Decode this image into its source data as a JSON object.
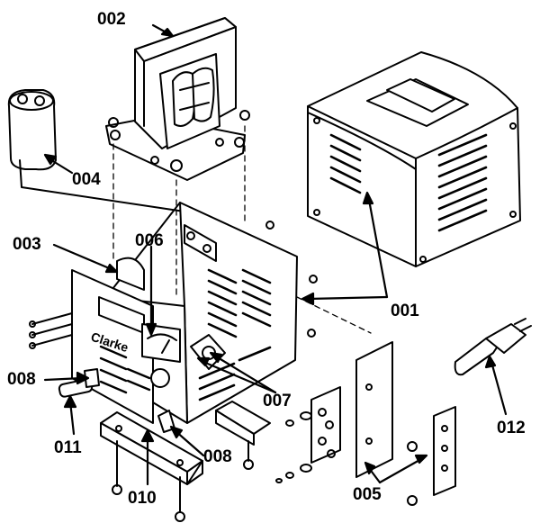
{
  "diagram": {
    "parts": [
      {
        "id": "001",
        "label": "001"
      },
      {
        "id": "002",
        "label": "002"
      },
      {
        "id": "003",
        "label": "003"
      },
      {
        "id": "004",
        "label": "004"
      },
      {
        "id": "005",
        "label": "005"
      },
      {
        "id": "006",
        "label": "006"
      },
      {
        "id": "007",
        "label": "007"
      },
      {
        "id": "008a",
        "label": "008"
      },
      {
        "id": "008b",
        "label": "008"
      },
      {
        "id": "010",
        "label": "010"
      },
      {
        "id": "011",
        "label": "011"
      },
      {
        "id": "012",
        "label": "012"
      }
    ],
    "brand_text": "Clarke"
  }
}
